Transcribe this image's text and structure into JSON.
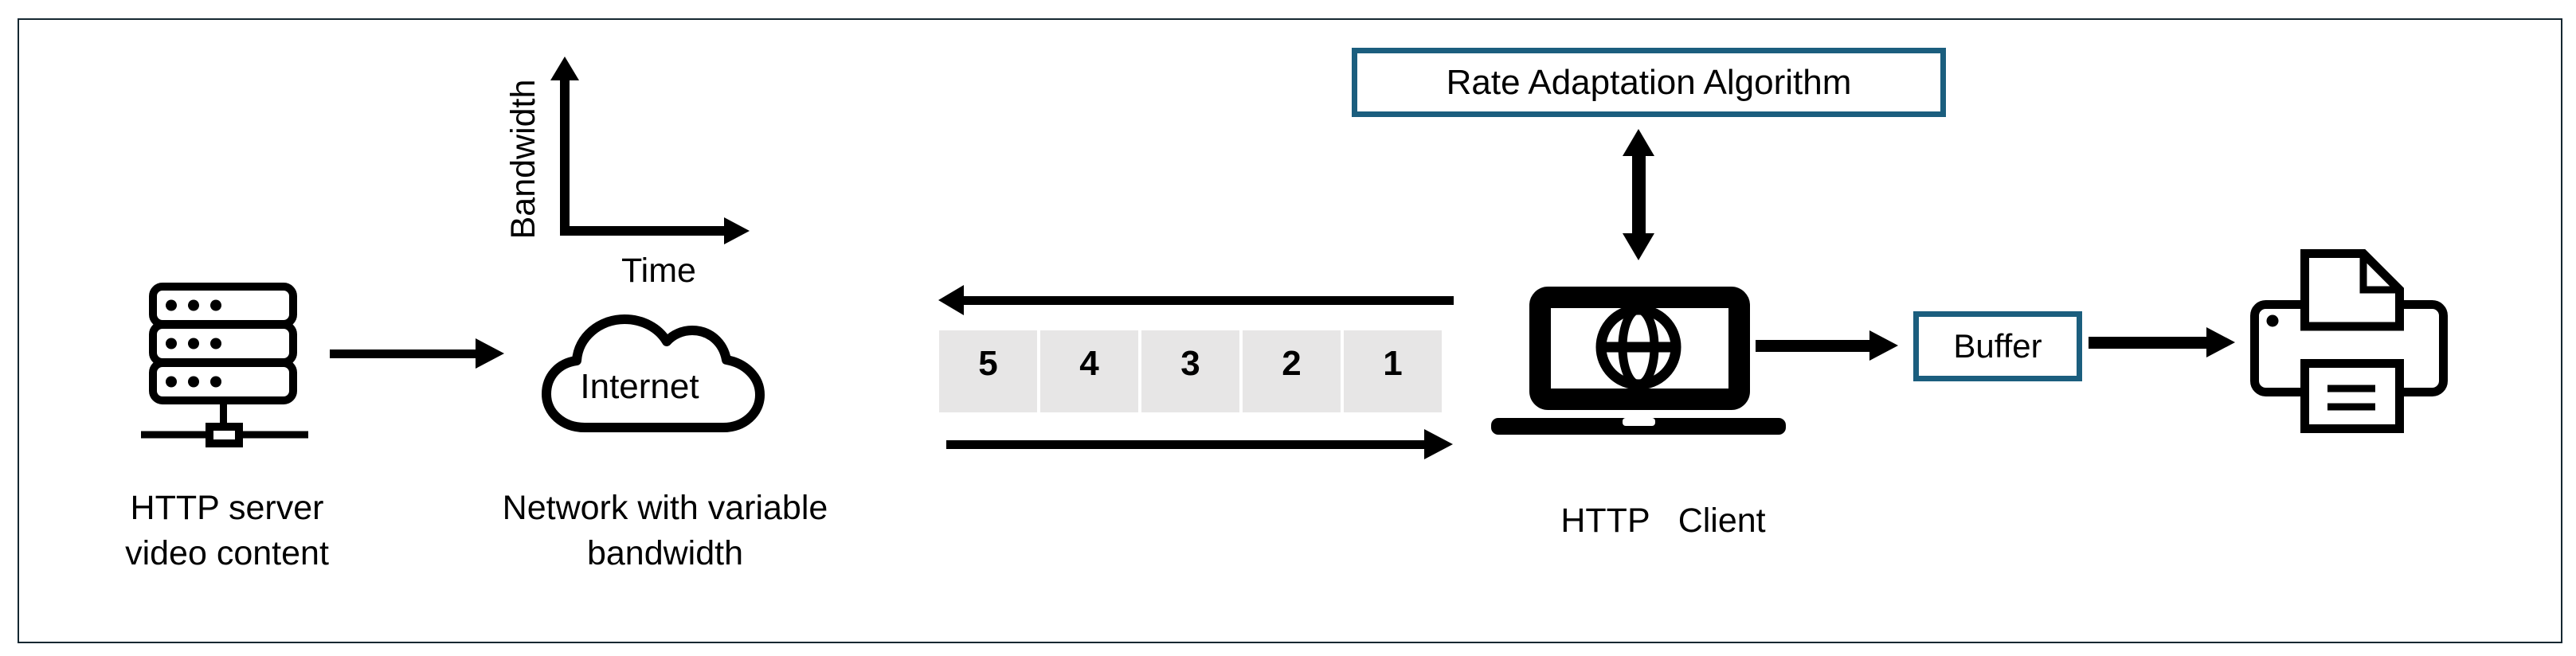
{
  "colors": {
    "accent": "#1B5E7E",
    "frame_border": "#152731",
    "segment_fill": "#E7E6E6",
    "ink": "#000000"
  },
  "icons": {
    "server": "server-stack-icon",
    "network": "cloud-icon",
    "client": "laptop-globe-icon",
    "output_device": "printer-icon"
  },
  "server": {
    "label_lines": [
      "HTTP server",
      "video content"
    ]
  },
  "bandwidth_chart": {
    "y_axis_label": "Bandwidth",
    "x_axis_label": "Time"
  },
  "network": {
    "cloud_label": "Internet",
    "caption_lines": [
      "Network with variable",
      "bandwidth"
    ]
  },
  "segments": {
    "items": [
      "5",
      "4",
      "3",
      "2",
      "1"
    ]
  },
  "client": {
    "label": "HTTP   Client"
  },
  "rate_adaptation": {
    "label": "Rate Adaptation Algorithm"
  },
  "buffer": {
    "label": "Buffer"
  }
}
